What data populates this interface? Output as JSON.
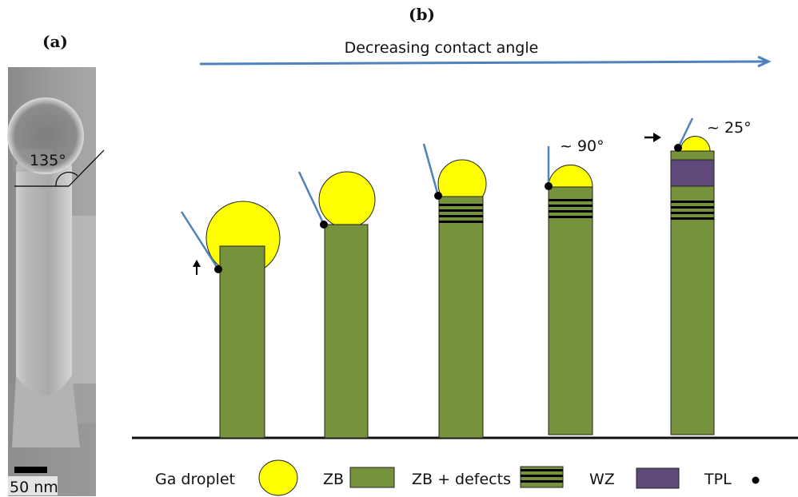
{
  "panel_a": {
    "label": "(a)",
    "angle_label": "135°",
    "scale_label": "50 nm"
  },
  "panel_b": {
    "label": "(b)",
    "title": "Decreasing contact angle",
    "angle_annotations": [
      "~ 90°",
      "~ 25°"
    ],
    "legend": [
      {
        "label": "Ga droplet",
        "symbol": "ga-droplet"
      },
      {
        "label": "ZB",
        "symbol": "zb"
      },
      {
        "label": "ZB + defects",
        "symbol": "zb-defects"
      },
      {
        "label": "WZ",
        "symbol": "wz"
      },
      {
        "label": "TPL",
        "symbol": "tpl"
      }
    ]
  },
  "colors": {
    "droplet": "#ffff00",
    "zb": "#76923c",
    "wz": "#5f497a",
    "arrow_line": "#4f81bd",
    "stripe": "#000000"
  }
}
